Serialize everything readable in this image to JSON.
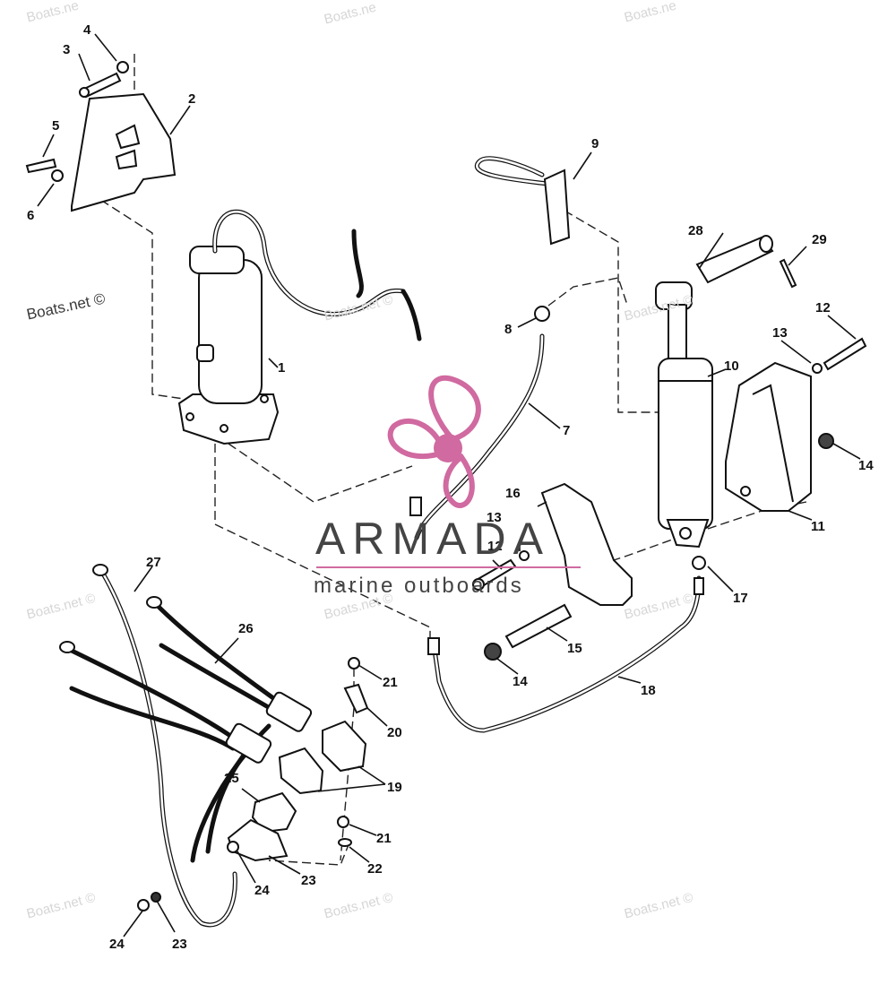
{
  "watermarks": {
    "boats_net": "Boats.net ©",
    "boats_net_partial": "Boats.ne"
  },
  "logo": {
    "name": "ARMADA",
    "tagline": "marine outboards",
    "accent_color": "#d06aa0",
    "text_color": "#444444"
  },
  "callouts": [
    "1",
    "2",
    "3",
    "4",
    "5",
    "6",
    "7",
    "8",
    "9",
    "10",
    "11",
    "12",
    "12",
    "13",
    "13",
    "14",
    "14",
    "15",
    "16",
    "17",
    "18",
    "19",
    "20",
    "21",
    "21",
    "22",
    "23",
    "23",
    "24",
    "24",
    "25",
    "26",
    "27",
    "28",
    "29"
  ]
}
